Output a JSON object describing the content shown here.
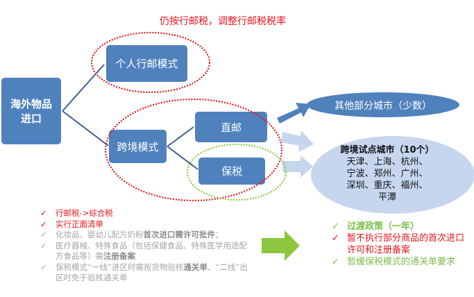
{
  "title": "仍按行邮税，调整行邮税税率",
  "root": {
    "line1": "海外物品",
    "line2": "进口"
  },
  "personal_mode": "个人行邮模式",
  "cross_border_mode": "跨境模式",
  "direct_mail": "直邮",
  "bonded": "保税",
  "other_cities": "其他部分城市（少数）",
  "pilot": {
    "heading": "跨境试点城市（10个）",
    "lines": [
      "天津、上海、杭州、",
      "宁波、郑州、广州、",
      "深圳、重庆、福州、",
      "平潭"
    ]
  },
  "left_list": [
    {
      "text": "行邮税->综合税",
      "bold": "",
      "rest": ""
    },
    {
      "text": "实行正面清单",
      "bold": "",
      "rest": ""
    },
    {
      "text": "化妆品、婴幼儿配方奶粉",
      "bold": "首次进口需许可批件",
      "rest": "；"
    },
    {
      "text": "医疗器械、特殊食品（包括保健食品、特殊医学用途配方食品等）需",
      "bold": "注册备案",
      "rest": ""
    },
    {
      "text": "保税模式“一线”进区时需按货物验核",
      "bold": "通关单",
      "rest": "、“二线”出区时免于验核通关单"
    }
  ],
  "right_list": [
    {
      "text": "过渡政策（一年）"
    },
    {
      "text": "暂不执行部分商品的首次进口许可和注册备案"
    },
    {
      "text": "暂缓保税模式的通关单要求"
    }
  ],
  "colors": {
    "box": "#4f81bd",
    "light": "#c6d6ee",
    "red": "#e8141b",
    "green": "#7bbf4a",
    "gray": "#a6a6a6"
  }
}
